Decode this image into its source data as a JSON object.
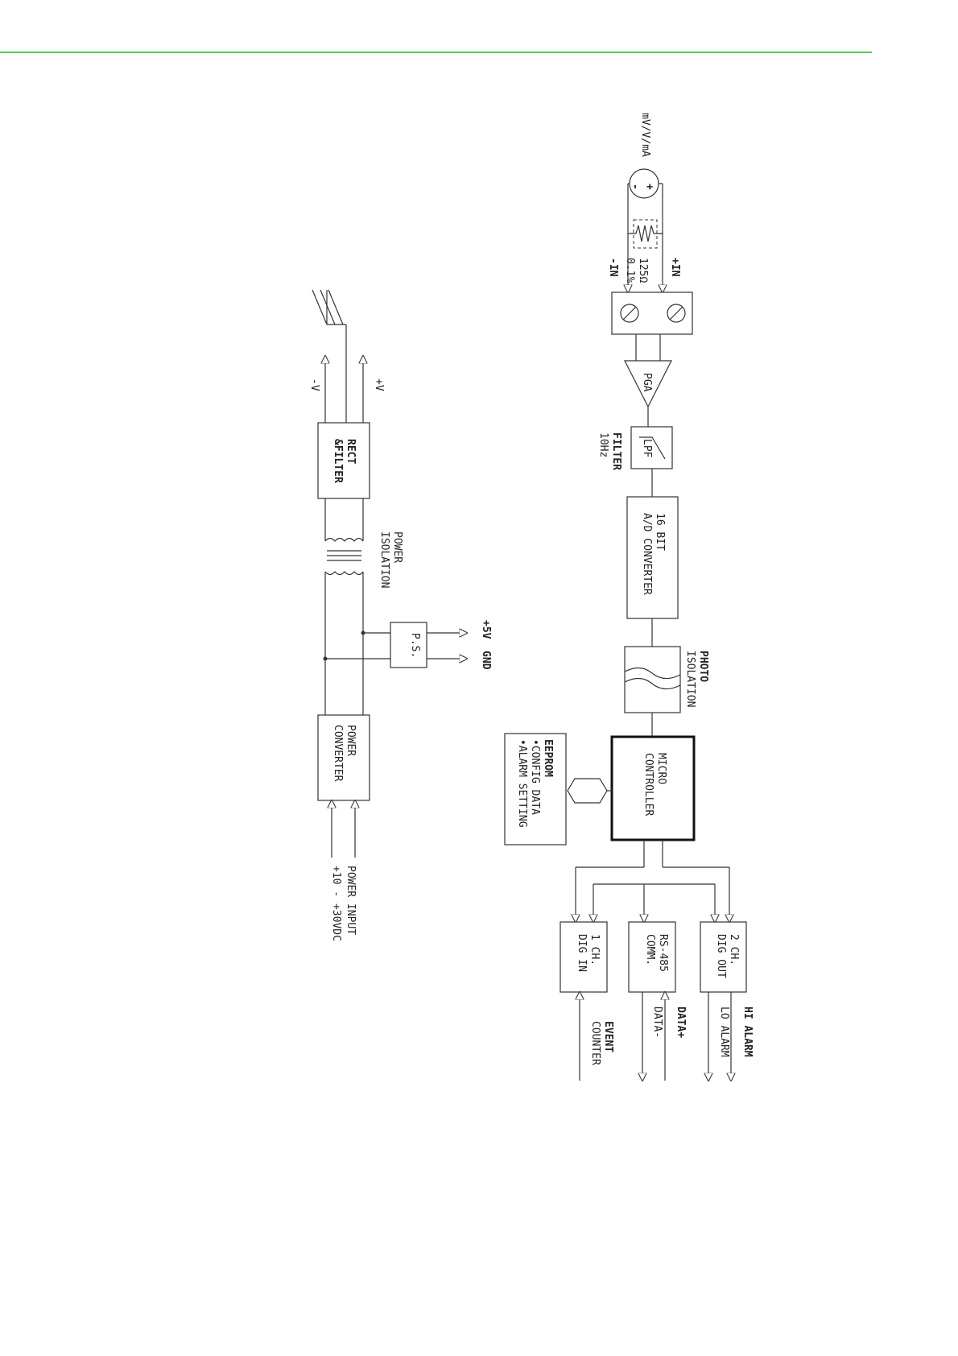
{
  "colors": {
    "header_rule": "#4ad04a",
    "line": "#333333"
  },
  "signal_path": {
    "input_label": "mV/V/mA",
    "source_plus": "+",
    "source_minus": "-",
    "resistor_value": "125Ω",
    "resistor_tolerance": "0.1%",
    "plus_in": "+IN",
    "minus_in": "-IN",
    "pga": "PGA",
    "lpf": "LPF",
    "filter_label": "FILTER",
    "filter_freq": "10Hz",
    "adc_line1": "16 BIT",
    "adc_line2": "A/D CONVERTER",
    "photo_line1": "PHOTO",
    "photo_line2": "ISOLATION",
    "mcu_line1": "MICRO",
    "mcu_line2": "CONTROLLER",
    "eeprom_title": "EEPROM",
    "eeprom_item1": "•CONFIG DATA",
    "eeprom_item2": "•ALARM SETTING",
    "dig_out_line1": "2 CH.",
    "dig_out_line2": "DIG OUT",
    "rs485_line1": "RS-485",
    "rs485_line2": "COMM.",
    "dig_in_line1": "1 CH.",
    "dig_in_line2": "DIG IN",
    "hi_alarm": "HI ALARM",
    "lo_alarm": "LO ALARM",
    "data_plus": "DATA+",
    "data_minus": "DATA-",
    "event_line1": "EVENT",
    "event_line2": "COUNTER"
  },
  "power_path": {
    "minus_v": "-V",
    "plus_v": "+V",
    "rect_line1": "RECT",
    "rect_line2": "&FILTER",
    "iso_line1": "POWER",
    "iso_line2": "ISOLATION",
    "ps": "P.S.",
    "plus5v": "+5V",
    "gnd": "GND",
    "conv_line1": "POWER",
    "conv_line2": "CONVERTER",
    "input_line1": "POWER INPUT",
    "input_line2": "+10 - +30VDC"
  }
}
